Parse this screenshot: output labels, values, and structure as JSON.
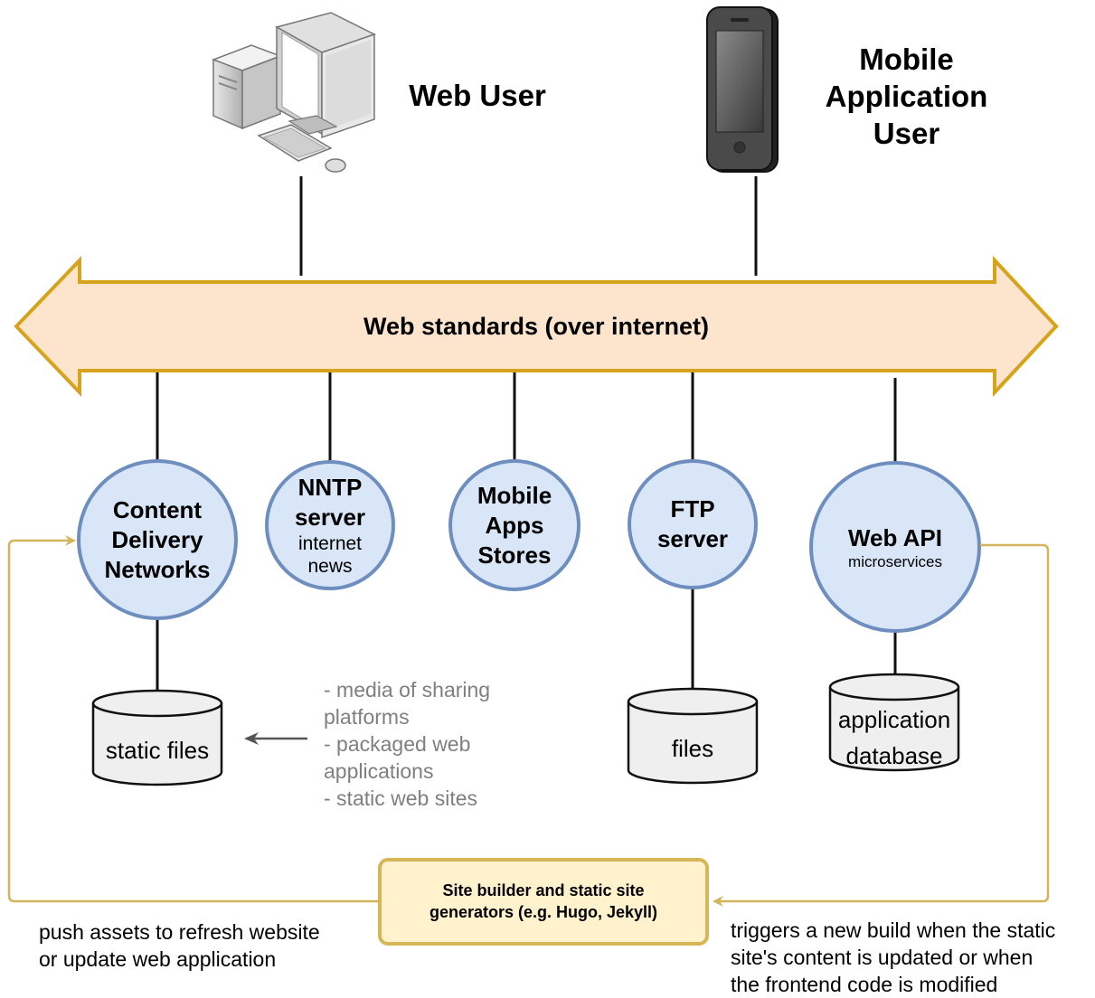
{
  "actors": {
    "web_user": "Web User",
    "mobile_user": [
      "Mobile",
      "Application",
      "User"
    ]
  },
  "band": {
    "label": "Web standards (over internet)"
  },
  "nodes": {
    "cdn": [
      "Content",
      "Delivery",
      "Networks"
    ],
    "nntp": {
      "title": [
        "NNTP",
        "server"
      ],
      "sub": [
        "internet",
        "news"
      ]
    },
    "apps": [
      "Mobile",
      "Apps",
      "Stores"
    ],
    "ftp": [
      "FTP",
      "server"
    ],
    "api": {
      "title": "Web API",
      "sub": "microservices"
    }
  },
  "stores": {
    "static_files": "static files",
    "files": "files",
    "app_db": [
      "application",
      "database"
    ]
  },
  "note_lines": [
    "- media of sharing",
    "platforms",
    "- packaged web",
    "applications",
    "- static web sites"
  ],
  "builder": [
    "Site builder and static site",
    "generators (e.g. Hugo, Jekyll)"
  ],
  "captions": {
    "left": [
      "push assets to refresh website",
      "or update web application"
    ],
    "right": [
      "triggers a new build when the static",
      "site's content is updated or when",
      "the frontend code is modified"
    ]
  },
  "colors": {
    "band_fill": "#fde4cd",
    "band_stroke": "#d6a31c",
    "node_fill": "#d9e6f8",
    "node_stroke": "#6d8ebf",
    "cylinder_fill": "#efefef",
    "builder_fill": "#fff2cc",
    "builder_stroke": "#d6b656",
    "flow_line": "#d2b55a",
    "note_text": "#7f7f7f"
  },
  "icons": {
    "web_user": "desktop-computer-icon",
    "mobile_user": "smartphone-icon"
  }
}
